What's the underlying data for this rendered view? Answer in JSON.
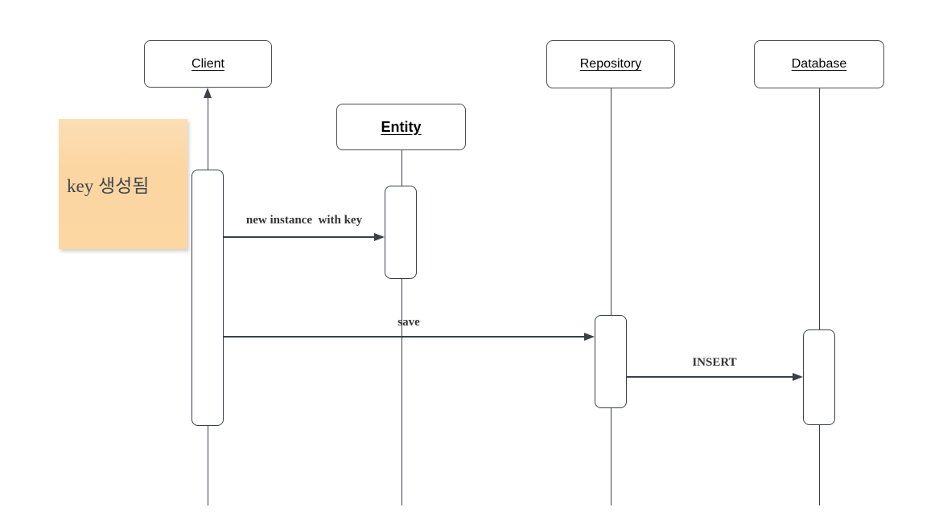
{
  "diagram_type": "uml-sequence-diagram",
  "colors": {
    "background": "#ffffff",
    "line": "#3a414b",
    "actor_border": "#4d4d4d",
    "actor_fill": "#ffffff",
    "note_fill": "#fcd6a1",
    "note_text": "#3f4652",
    "message_text": "#333333",
    "actor_text": "#000000"
  },
  "actors": [
    {
      "id": "client",
      "label": "Client",
      "bold": false
    },
    {
      "id": "entity",
      "label": "Entity",
      "bold": true
    },
    {
      "id": "repository",
      "label": "Repository",
      "bold": false
    },
    {
      "id": "database",
      "label": "Database",
      "bold": false
    }
  ],
  "note": {
    "text": "key 생성됨"
  },
  "messages": [
    {
      "label": "new instance  with key",
      "from": "client",
      "to": "entity",
      "direction": "right"
    },
    {
      "label": "save",
      "from": "client",
      "to": "repository",
      "direction": "right"
    },
    {
      "label": "INSERT",
      "from": "repository",
      "to": "database",
      "direction": "right"
    }
  ],
  "return_arrow": {
    "from": "client-activation",
    "to": "client",
    "direction": "up"
  }
}
